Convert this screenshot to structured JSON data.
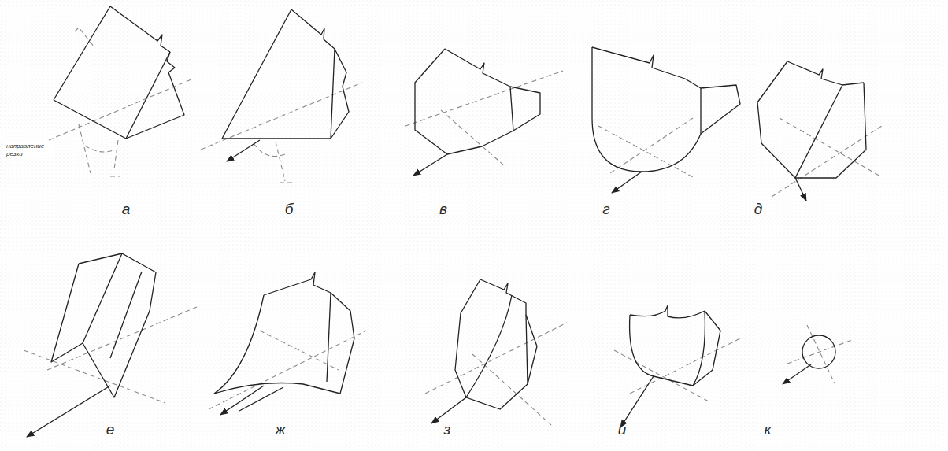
{
  "diagram": {
    "labels": [
      "направление резки",
      "а",
      "б",
      "в",
      "г",
      "д",
      "е",
      "ж",
      "з",
      "и",
      "к"
    ]
  }
}
